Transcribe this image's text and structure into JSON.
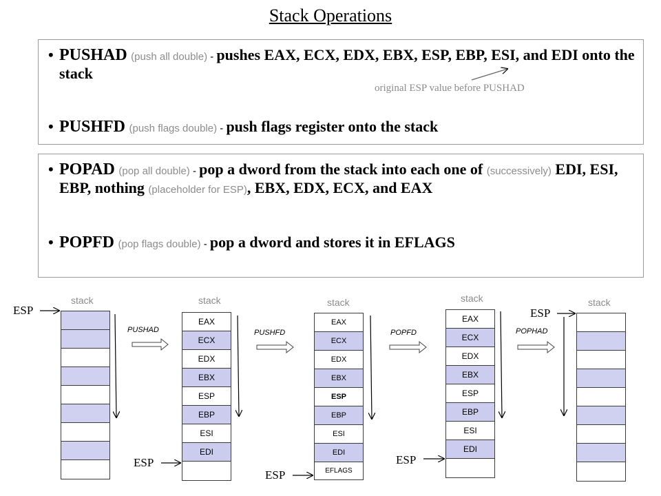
{
  "title": "Stack Operations",
  "box1": {
    "pushad": {
      "mnemonic": "PUSHAD",
      "paren": "(push all double)",
      "dash": " - ",
      "desc_part1": "pushes EAX, ECX, EDX, EBX, ",
      "desc_esp": "ESP",
      "desc_part2": ", EBP, ESI, and EDI onto the stack"
    },
    "note": "original ESP value before PUSHAD",
    "pushfd": {
      "mnemonic": "PUSHFD",
      "paren": "(push flags double)",
      "dash": " - ",
      "desc": "push flags register onto the stack"
    }
  },
  "box2": {
    "popad": {
      "mnemonic": "POPAD",
      "paren": "(pop all double)",
      "dash": " - ",
      "desc1": "pop a dword from the stack into each one of ",
      "paren2": "(successively)",
      "desc2": " EDI, ESI, EBP, nothing ",
      "paren3": "(placeholder for ESP)",
      "desc3": ", EBX, EDX, ECX, and EAX"
    },
    "popfd": {
      "mnemonic": "POPFD",
      "paren": "(pop flags double)",
      "dash": " - ",
      "desc": "pop a dword and stores it in EFLAGS"
    }
  },
  "diagram": {
    "stack_label": "stack",
    "esp_label": "ESP",
    "ops": [
      "PUSHAD",
      "PUSHFD",
      "POPFD",
      "POPHAD"
    ],
    "stack2": [
      "EAX",
      "ECX",
      "EDX",
      "EBX",
      "ESP",
      "EBP",
      "ESI",
      "EDI",
      ""
    ],
    "stack3": [
      "EAX",
      "ECX",
      "EDX",
      "EBX",
      "ESP",
      "EBP",
      "ESI",
      "EDI",
      "EFLAGS"
    ],
    "stack4": [
      "EAX",
      "ECX",
      "EDX",
      "EBX",
      "ESP",
      "EBP",
      "ESI",
      "EDI",
      ""
    ]
  },
  "colors": {
    "filled_cell": "#ccccee",
    "note_gray": "#8c8c8c",
    "border": "#9a9a9a"
  }
}
